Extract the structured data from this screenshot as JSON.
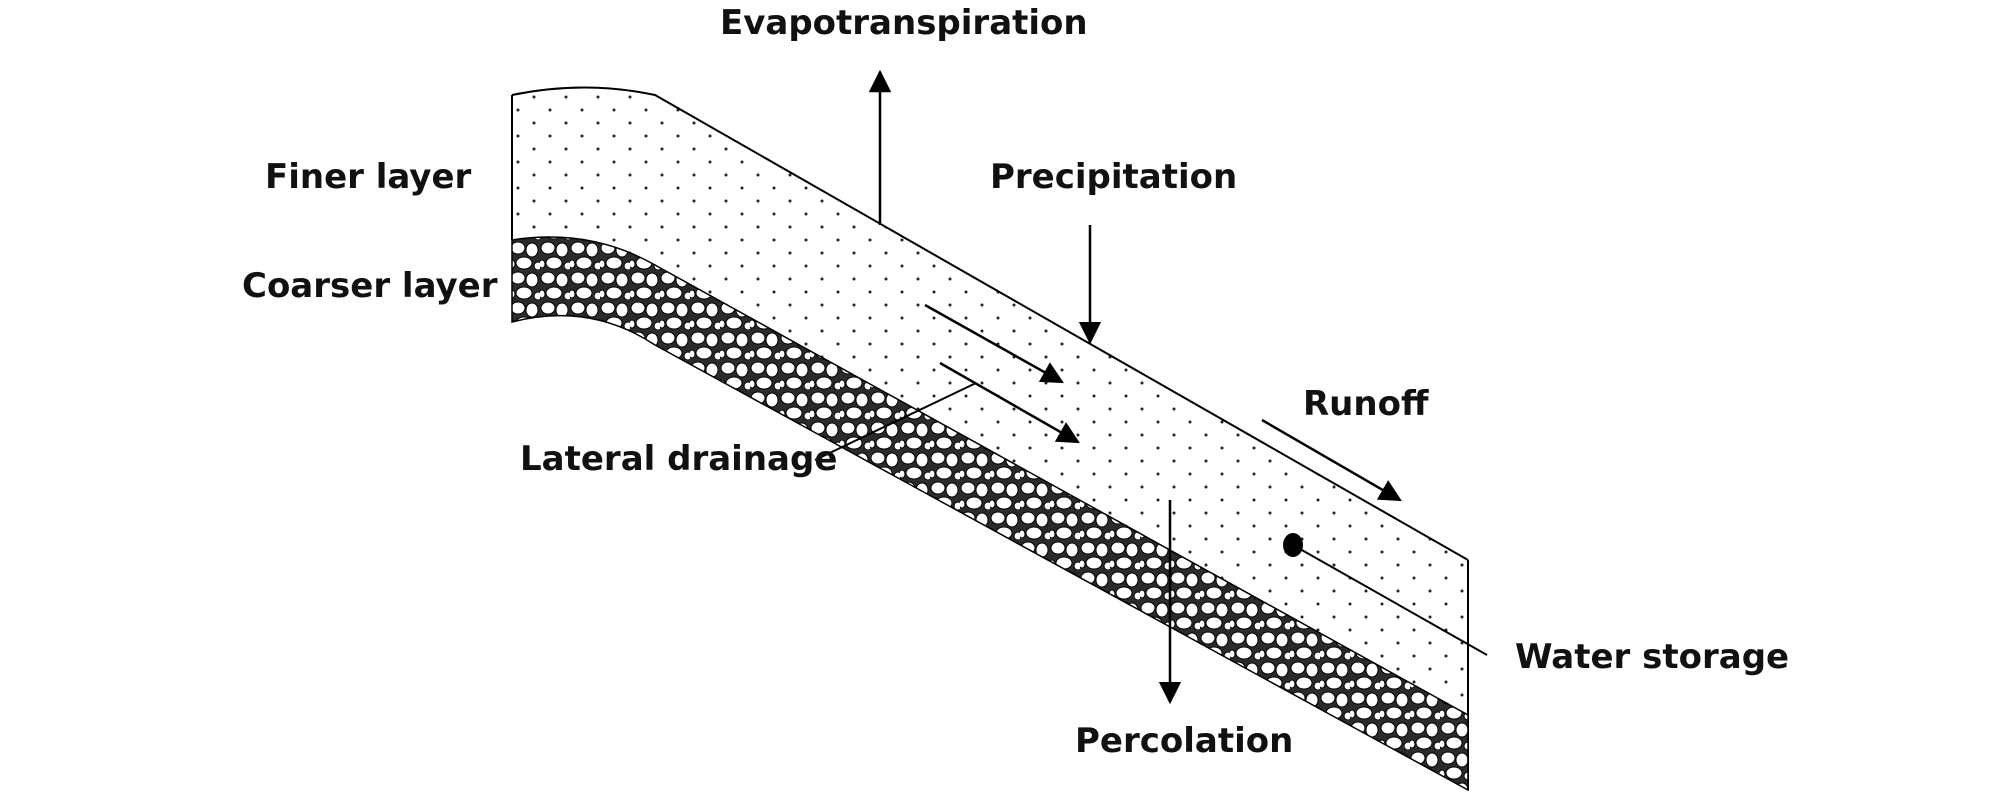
{
  "labels": {
    "evapotranspiration": "Evapotranspiration",
    "finer_layer": "Finer layer",
    "coarser_layer": "Coarser layer",
    "precipitation": "Precipitation",
    "runoff": "Runoff",
    "lateral_drainage": "Lateral drainage",
    "water_storage": "Water storage",
    "percolation": "Percolation"
  },
  "colors": {
    "line": "#000000",
    "fill": "#ffffff",
    "gravel": "#3a3a3a"
  }
}
